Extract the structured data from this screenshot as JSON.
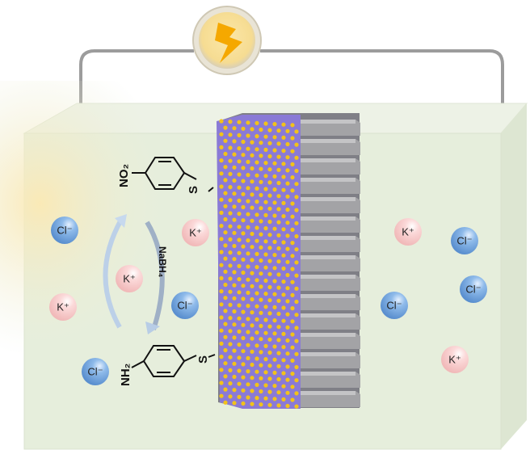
{
  "molecules": {
    "nitro_group": "NO₂",
    "amino_group": "NH₂",
    "thiol_top": "S",
    "thiol_bottom": "S",
    "reductant": "NaBH₄"
  },
  "ions": {
    "chloride": "Cl⁻",
    "potassium": "K⁺"
  },
  "colors": {
    "cell": "#e6eedc",
    "electrode_front": "#8a7ad6",
    "electrode_dots": "#f2c21a",
    "electrode_fins": "#9a9a9a",
    "chloride": "#6fa3dc",
    "potassium": "#f6c9c9",
    "bulb": "#f7e3a6",
    "bolt": "#f5a800"
  }
}
